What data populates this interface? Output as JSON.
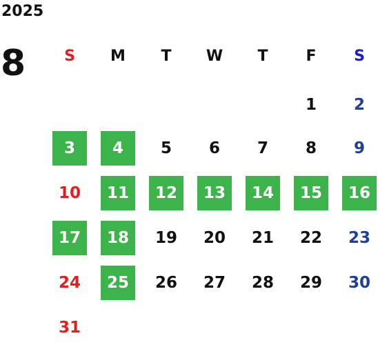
{
  "year": "2025",
  "month": "8",
  "weekdays": [
    "S",
    "M",
    "T",
    "W",
    "T",
    "F",
    "S"
  ],
  "colors": {
    "sunday": "#e02020",
    "saturday_header": "#1a1adb",
    "saturday": "#1f3f99",
    "highlight": "#3cb44b",
    "text": "#111111"
  },
  "weeks": [
    [
      {
        "day": ""
      },
      {
        "day": ""
      },
      {
        "day": ""
      },
      {
        "day": ""
      },
      {
        "day": ""
      },
      {
        "day": "1"
      },
      {
        "day": "2"
      }
    ],
    [
      {
        "day": "3",
        "highlighted": true
      },
      {
        "day": "4",
        "highlighted": true
      },
      {
        "day": "5"
      },
      {
        "day": "6"
      },
      {
        "day": "7"
      },
      {
        "day": "8"
      },
      {
        "day": "9"
      }
    ],
    [
      {
        "day": "10"
      },
      {
        "day": "11",
        "highlighted": true
      },
      {
        "day": "12",
        "highlighted": true
      },
      {
        "day": "13",
        "highlighted": true
      },
      {
        "day": "14",
        "highlighted": true
      },
      {
        "day": "15",
        "highlighted": true
      },
      {
        "day": "16",
        "highlighted": true
      }
    ],
    [
      {
        "day": "17",
        "highlighted": true
      },
      {
        "day": "18",
        "highlighted": true
      },
      {
        "day": "19"
      },
      {
        "day": "20"
      },
      {
        "day": "21"
      },
      {
        "day": "22"
      },
      {
        "day": "23"
      }
    ],
    [
      {
        "day": "24"
      },
      {
        "day": "25",
        "highlighted": true
      },
      {
        "day": "26"
      },
      {
        "day": "27"
      },
      {
        "day": "28"
      },
      {
        "day": "29"
      },
      {
        "day": "30"
      }
    ],
    [
      {
        "day": "31"
      },
      {
        "day": ""
      },
      {
        "day": ""
      },
      {
        "day": ""
      },
      {
        "day": ""
      },
      {
        "day": ""
      },
      {
        "day": ""
      }
    ]
  ]
}
